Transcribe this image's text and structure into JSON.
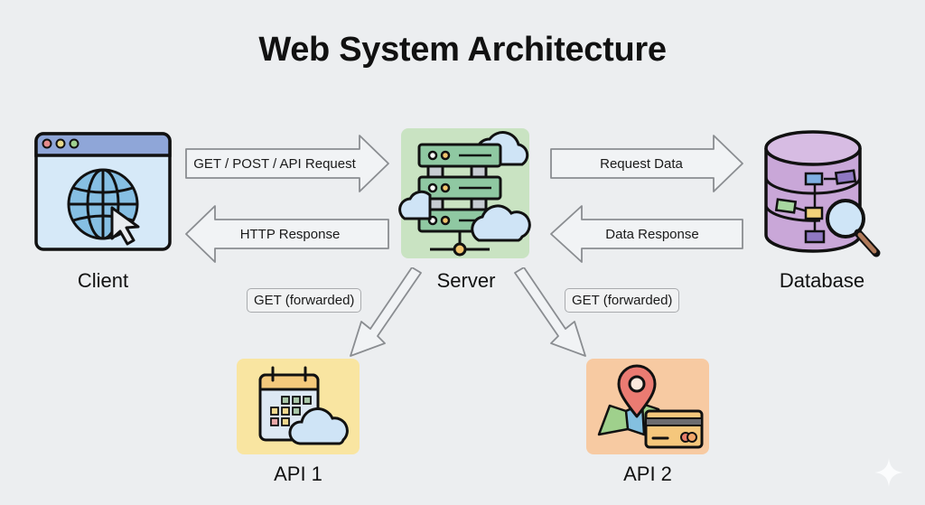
{
  "title": "Web System Architecture",
  "nodes": {
    "client": {
      "label": "Client",
      "icon": "browser-globe-cursor-icon",
      "color": "#cfe3f5"
    },
    "server": {
      "label": "Server",
      "icon": "server-rack-cloud-icon",
      "color": "#cfe6c8"
    },
    "database": {
      "label": "Database",
      "icon": "database-search-icon",
      "color": "#c7a6d6"
    },
    "api1": {
      "label": "API 1",
      "icon": "calendar-cloud-icon",
      "color": "#f8e3a0"
    },
    "api2": {
      "label": "API 2",
      "icon": "map-pin-credit-card-icon",
      "color": "#f6cba4"
    }
  },
  "edges": [
    {
      "from": "client",
      "to": "server",
      "label": "GET / POST / API Request",
      "direction": "right"
    },
    {
      "from": "server",
      "to": "client",
      "label": "HTTP Response",
      "direction": "left"
    },
    {
      "from": "server",
      "to": "database",
      "label": "Request Data",
      "direction": "right"
    },
    {
      "from": "database",
      "to": "server",
      "label": "Data Response",
      "direction": "left"
    },
    {
      "from": "server",
      "to": "api1",
      "label": "GET (forwarded)",
      "direction": "down-left"
    },
    {
      "from": "server",
      "to": "api2",
      "label": "GET (forwarded)",
      "direction": "down-right"
    }
  ],
  "watermark_icon": "sparkle-icon"
}
